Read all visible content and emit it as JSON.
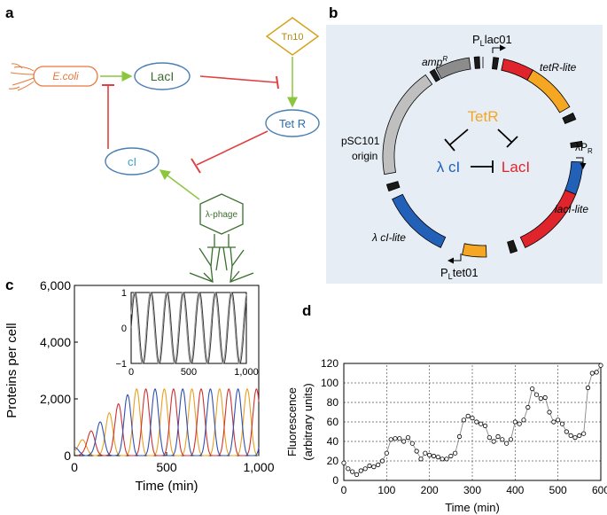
{
  "panels": {
    "a": {
      "letter": "a",
      "nodes": {
        "ecoli": "E.coli",
        "laci": "LacI",
        "tn10": "Tn10",
        "tetr": "Tet R",
        "ci": "cI",
        "phage": "λ-phage"
      },
      "colors": {
        "activate": "#8cc63f",
        "repress": "#e04040",
        "ecoli": "#e8783c",
        "laci": "#3a6e2e",
        "tn10": "#d4a017",
        "tetr": "#2e6fae",
        "ci": "#3aa0c8",
        "phage": "#3a6e2e"
      }
    },
    "b": {
      "letter": "b",
      "promoter_lac": "PLlac01",
      "promoter_lac_sub": "L",
      "promoter_lac_main": "lac01",
      "promoter_tet_main": "tet01",
      "promoter_tet_sub": "L",
      "promoter_lambda": "λP",
      "promoter_lambda_sub": "R",
      "ampR": "amp",
      "ampR_sup": "R",
      "tetR_lite": "tetR-lite",
      "laci_lite": "lacI-lite",
      "ci_lite": "λ cI-lite",
      "origin1": "pSC101",
      "origin2": "origin",
      "center_tetr": "TetR",
      "center_ci": "λ cI",
      "center_laci": "LacI",
      "colors": {
        "background": "#e6edf5",
        "orange": "#f5a623",
        "red": "#e0242c",
        "blue": "#2360b8",
        "gray": "#bfbfbf"
      }
    },
    "c": {
      "letter": "c",
      "ylabel": "Proteins per cell",
      "xlabel": "Time (min)",
      "yticks": [
        "0",
        "2,000",
        "4,000",
        "6,000"
      ],
      "xticks": [
        "0",
        "500",
        "1,000"
      ],
      "inset_yticks": [
        "−1",
        "0",
        "1"
      ],
      "inset_xticks": [
        "0",
        "500",
        "1,000"
      ]
    },
    "d": {
      "letter": "d",
      "ylabel1": "Fluorescence",
      "ylabel2": "(arbitrary units)",
      "xlabel": "Time (min)",
      "yticks": [
        "0",
        "20",
        "40",
        "60",
        "80",
        "100",
        "120"
      ],
      "xticks": [
        "0",
        "100",
        "200",
        "300",
        "400",
        "500",
        "600"
      ]
    }
  },
  "chart_data": [
    {
      "type": "line",
      "panel": "c",
      "xlabel": "Time (min)",
      "ylabel": "Proteins per cell",
      "xlim": [
        0,
        1000
      ],
      "ylim": [
        0,
        6000
      ],
      "series_colors": [
        "#e8a020",
        "#d03030",
        "#3050b0"
      ],
      "period_min": 150,
      "peak_amplitude": 2350,
      "inset": {
        "xlim": [
          0,
          1000
        ],
        "ylim": [
          -1,
          1
        ],
        "period_min": 140
      }
    },
    {
      "type": "line",
      "panel": "d",
      "xlabel": "Time (min)",
      "ylabel": "Fluorescence (arbitrary units)",
      "xlim": [
        0,
        600
      ],
      "ylim": [
        0,
        120
      ],
      "grid": true,
      "x": [
        0,
        10,
        20,
        30,
        40,
        50,
        60,
        70,
        80,
        90,
        100,
        110,
        120,
        130,
        140,
        150,
        160,
        170,
        180,
        190,
        200,
        210,
        220,
        230,
        240,
        250,
        260,
        270,
        280,
        290,
        300,
        310,
        320,
        330,
        340,
        350,
        360,
        370,
        380,
        390,
        400,
        410,
        420,
        430,
        440,
        450,
        460,
        470,
        480,
        490,
        500,
        510,
        520,
        530,
        540,
        550,
        560,
        570,
        580,
        590,
        600
      ],
      "y": [
        18,
        12,
        9,
        6,
        10,
        12,
        15,
        14,
        16,
        20,
        28,
        42,
        43,
        43,
        40,
        44,
        38,
        30,
        22,
        28,
        26,
        25,
        24,
        22,
        22,
        25,
        28,
        45,
        62,
        66,
        64,
        60,
        58,
        56,
        44,
        40,
        45,
        42,
        38,
        42,
        60,
        58,
        62,
        75,
        94,
        88,
        84,
        85,
        70,
        60,
        62,
        58,
        50,
        46,
        44,
        46,
        48,
        95,
        110,
        111,
        118
      ]
    }
  ]
}
